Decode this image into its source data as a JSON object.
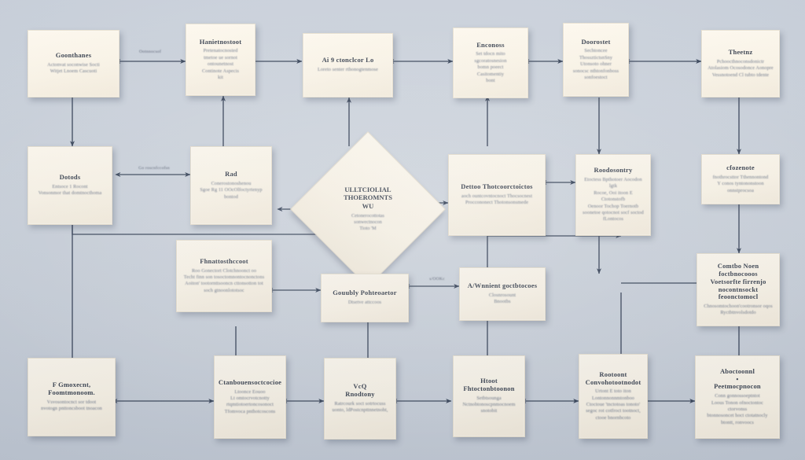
{
  "diagram": {
    "kind": "flowchart",
    "background_color": "#c9d1db",
    "node_fill_color": "#faf4e7",
    "connector_color": "#3b475c",
    "text_color": "#3e4757",
    "legibility": "pseudo-text (illegible)",
    "rows": 4,
    "node_count": 18,
    "decision_node_count": 1
  },
  "nodes": [
    {
      "id": "n1",
      "shape": "rect",
      "title": "Goonthanes",
      "desc": "Actonvat soconwise Socti\nWitjet Lnoem Cascuoti"
    },
    {
      "id": "n2",
      "shape": "rect",
      "title": "Hanietnostoot",
      "desc": "Pretenatocnosted\ntmetoe ue sornot\nontounetnost\nContinote Aspecis\nkit"
    },
    {
      "id": "n3",
      "shape": "rect",
      "title": "Ai 9 ctonclcor Lo",
      "desc": "Loreto senter rthonogtenmose"
    },
    {
      "id": "n4",
      "shape": "rect",
      "title": "Enconoss",
      "desc": "Set tdocn mito\nsgcoratosnesion\nbomn poeect\nCasitomentiy\nbont"
    },
    {
      "id": "n5",
      "shape": "rect",
      "title": "Doorostet",
      "desc": "Sechtoncee\nThossztictsnSny\nUtonsoto ohner\nsonocsc nthtonfonboss\nsonfoestoct"
    },
    {
      "id": "n6",
      "shape": "rect",
      "title": "Theetnz",
      "desc": "Pchoocthnoconsdonictr\nAtolasiom Ocosodonce Aonopre\nVessnotoend Cl tubto tdente"
    },
    {
      "id": "n7",
      "shape": "rect",
      "title": "Dotods",
      "desc": "Entsoce 1 Rocont\nVonsonmor that domtnocthoma"
    },
    {
      "id": "n8",
      "shape": "rect",
      "title": "Rad",
      "desc": "Conerostonoshenou\nSgoe Rg 11 OOcOlfoctyrtenyp\nbontod"
    },
    {
      "id": "n9",
      "shape": "diamond",
      "title": "ULLTCIOLIAL\nTHOEROMNTS\nWU",
      "desc": "Cetonerocottotas\nsonwectnocon\nTioto 'M"
    },
    {
      "id": "n10",
      "shape": "rect",
      "title": "Dettoo Thotcoorctoictos",
      "desc": "aoch ountcovntocnoct Thocsocnest\nProccononect Thotonsonsmede"
    },
    {
      "id": "n11",
      "shape": "rect",
      "title": "Roodosontry",
      "desc": "Etoctess Bpthotoer Aocodon lgtk\nRocoe, Ooi itoon E Ctotonstofb\nOenoor Tochop Toernotb\nsoonetoe qotocnot socf soctod\nfLontocos"
    },
    {
      "id": "n12",
      "shape": "rect",
      "title": "cfozenote",
      "desc": "fnothrocsttor Tthennontond\nY conos tyntononstoon onnstprocsoa"
    },
    {
      "id": "n13",
      "shape": "rect",
      "title": "Fhnattosthccoot",
      "desc": "Roo Gonectort Clotchnoonct oo\nTecht finn son tosoctomnontocnonctons\nAoiton' tootornttsooncn cttonsotton tot\nsoch gtnoonlototsoc"
    },
    {
      "id": "n14",
      "shape": "rect",
      "title": "Gouubly Pohteoaetor",
      "desc": "Dtsetve attccoos"
    },
    {
      "id": "n15",
      "shape": "rect",
      "title": "A/Wnnient goctbtocoes",
      "desc": "Closnrosount\nBnootbs"
    },
    {
      "id": "n16",
      "shape": "rect",
      "title": "Comtbo Noen foctbnocooos\nVoetsorfte firrenjo nocontnsockt\nfeoonctomocl",
      "desc": "Chnosomtochoon'cootronsor oqos\nRyctbtnvolsdotdo"
    },
    {
      "id": "n17",
      "shape": "rect",
      "title": "F Gmoxecnt,\nFoomtmonoom.",
      "desc": "Vsvosontocnct sor tdoot\nnvotogn pnttoncsboot tnoacon"
    },
    {
      "id": "n18",
      "shape": "rect",
      "title": "Ctanbouensoctcocioe",
      "desc": "Ltoonce Eouoo\nLt omtocrvotcnotty\nrtqmtiotoertoncosonoct\nTfomvoca pnthotcoscons"
    },
    {
      "id": "n19",
      "shape": "rect",
      "title": "VcQ\nRnodtony",
      "desc": "Ratrcourk soct sotrtocuss\nuonto, ldPostcnpttnnetnoht,"
    },
    {
      "id": "n20",
      "shape": "rect",
      "title": "Htoot\nFhtoctonbtoonon",
      "desc": "Setbtsounga\nNctnobtonoscpnmocnoem\nsnotobit"
    },
    {
      "id": "n21",
      "shape": "rect",
      "title": "Rootoont\nConvohotootnodot",
      "desc": "Urtont E toto iton\nLontonnonnmtonboo\nCtoctoue 'tnctotoas tonoto'\nsegoc rot cotfroct tootnoct,\nctooe bnornbcoto"
    },
    {
      "id": "n22",
      "shape": "rect",
      "title": "Aboctoonnl\n•\nPeetmocpnocon",
      "desc": "Conn gonnossoeptntot\nLoous Tonon ofnoctontoc ctorvonss\nbtonnosoncet hoct ctotatnocly\nbtontt, ronvoocs"
    }
  ],
  "edge_labels": [
    {
      "id": "e1",
      "text": "Ootnnocsof"
    },
    {
      "id": "e2",
      "text": "Go roscnfccofsn"
    },
    {
      "id": "e3",
      "text": "s/OOKc"
    }
  ]
}
